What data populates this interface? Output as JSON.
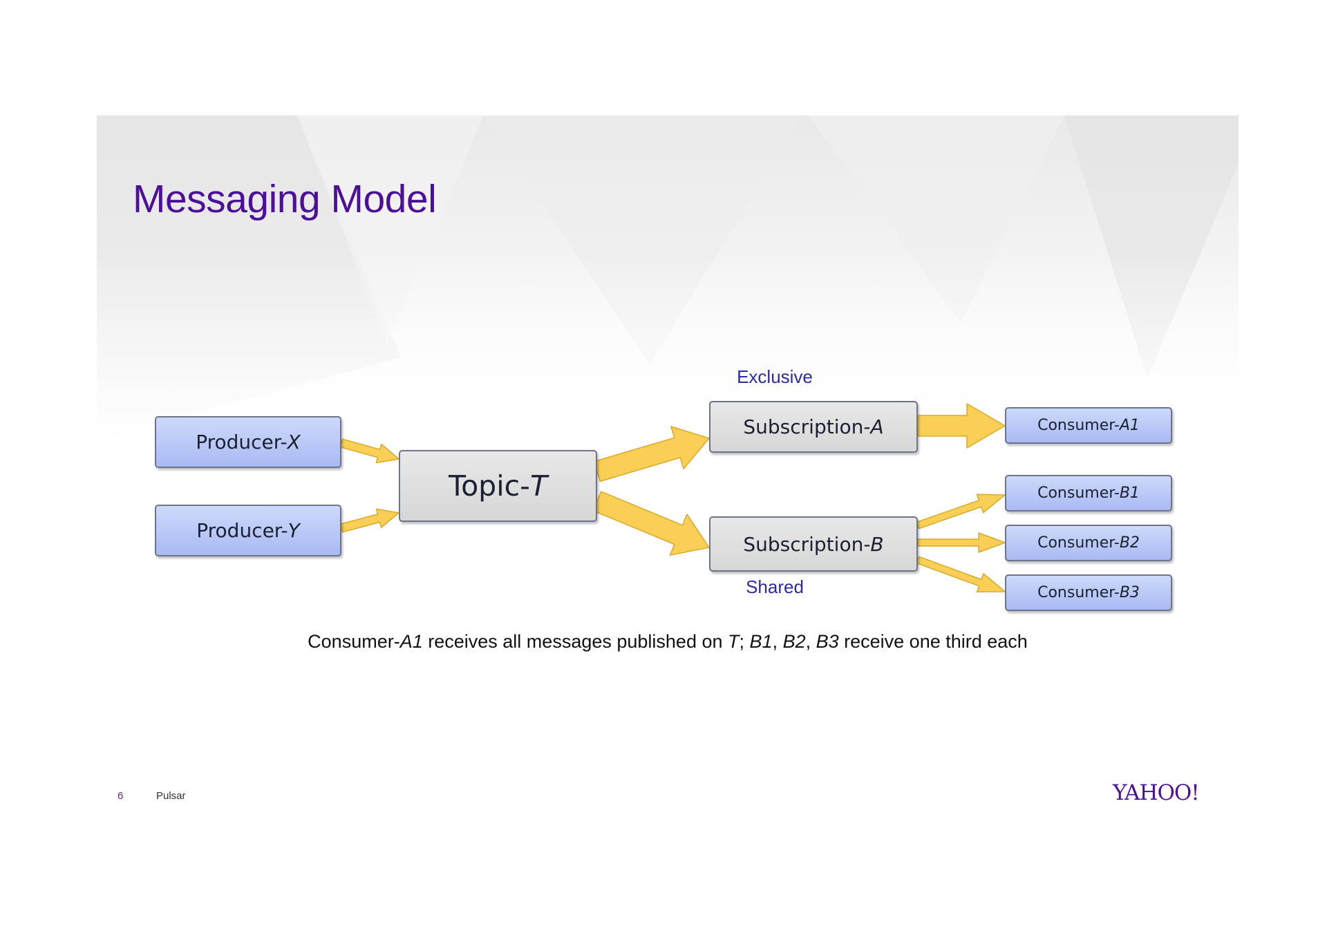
{
  "slide": {
    "title": "Messaging Model",
    "page_number": "6",
    "footer_text": "Pulsar",
    "logo_text": "YAHOO!"
  },
  "diagram": {
    "producers": [
      {
        "prefix": "Producer-",
        "suffix": "X"
      },
      {
        "prefix": "Producer-",
        "suffix": "Y"
      }
    ],
    "topic": {
      "prefix": "Topic-",
      "suffix": "T"
    },
    "subscriptions": [
      {
        "prefix": "Subscription-",
        "suffix": "A",
        "mode": "Exclusive"
      },
      {
        "prefix": "Subscription-",
        "suffix": "B",
        "mode": "Shared"
      }
    ],
    "consumers": [
      {
        "prefix": "Consumer-",
        "suffix": "A1"
      },
      {
        "prefix": "Consumer-",
        "suffix": "B1"
      },
      {
        "prefix": "Consumer-",
        "suffix": "B2"
      },
      {
        "prefix": "Consumer-",
        "suffix": "B3"
      }
    ],
    "colors": {
      "arrow_fill": "#f9cf55",
      "arrow_stroke": "#d9a92a",
      "blue_box": "#b9c8f7",
      "grey_box": "#dddddd",
      "title": "#4b0f9a",
      "mode_label": "#2b2aa3"
    }
  },
  "caption": {
    "p1": "Consumer-",
    "p1_it": "A1",
    "p2": " receives all messages published on ",
    "p2_it": "T",
    "p3": "; ",
    "p3_it": "B1",
    "p4": ", ",
    "p4_it": "B2",
    "p5": ", ",
    "p5_it": "B3",
    "p6": " receive one third each"
  }
}
